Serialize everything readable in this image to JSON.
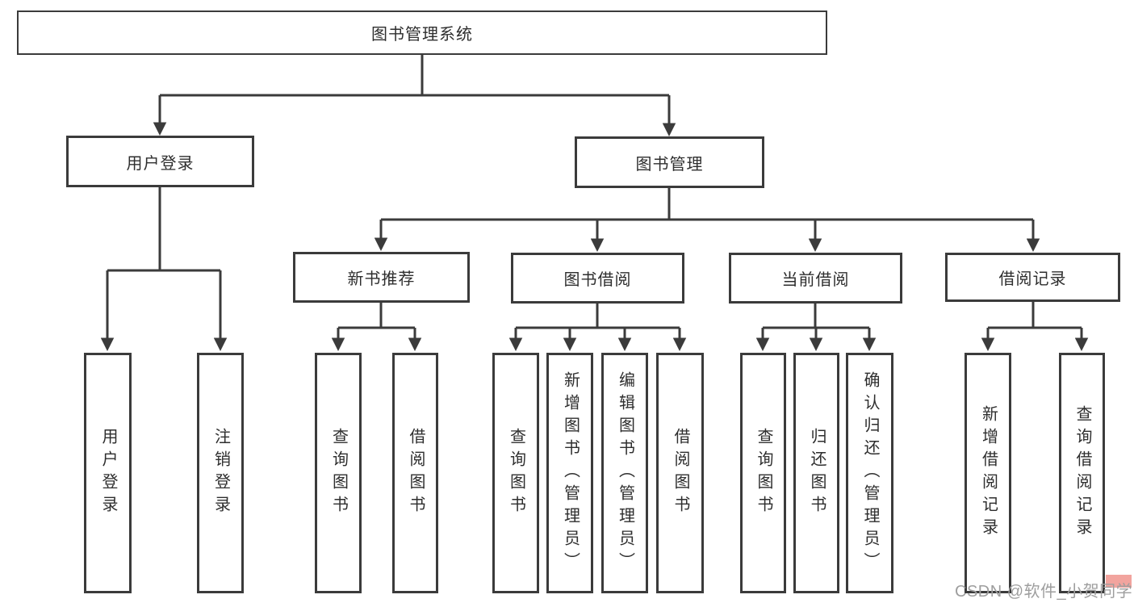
{
  "tree": {
    "root": {
      "label": "图书管理系统",
      "children": [
        {
          "label": "用户登录",
          "children": [
            {
              "label": "用户登录"
            },
            {
              "label": "注销登录"
            }
          ]
        },
        {
          "label": "图书管理",
          "children": [
            {
              "label": "新书推荐",
              "children": [
                {
                  "label": "查询图书"
                },
                {
                  "label": "借阅图书"
                }
              ]
            },
            {
              "label": "图书借阅",
              "children": [
                {
                  "label": "查询图书"
                },
                {
                  "label": "新增图书（管理员）"
                },
                {
                  "label": "编辑图书（管理员）"
                },
                {
                  "label": "借阅图书"
                }
              ]
            },
            {
              "label": "当前借阅",
              "children": [
                {
                  "label": "查询图书"
                },
                {
                  "label": "归还图书"
                },
                {
                  "label": "确认归还（管理员）"
                }
              ]
            },
            {
              "label": "借阅记录",
              "children": [
                {
                  "label": "新增借阅记录"
                },
                {
                  "label": "查询借阅记录"
                }
              ]
            }
          ]
        }
      ]
    }
  },
  "watermark": {
    "text": "CSDN @软件_小贺同学"
  },
  "colors": {
    "line": "#3b3b3b",
    "box_border": "#3b3b3b",
    "text": "#2e2e2e",
    "watermark_text": "#9e9e9e",
    "watermark_accent": "#f2a49e"
  }
}
